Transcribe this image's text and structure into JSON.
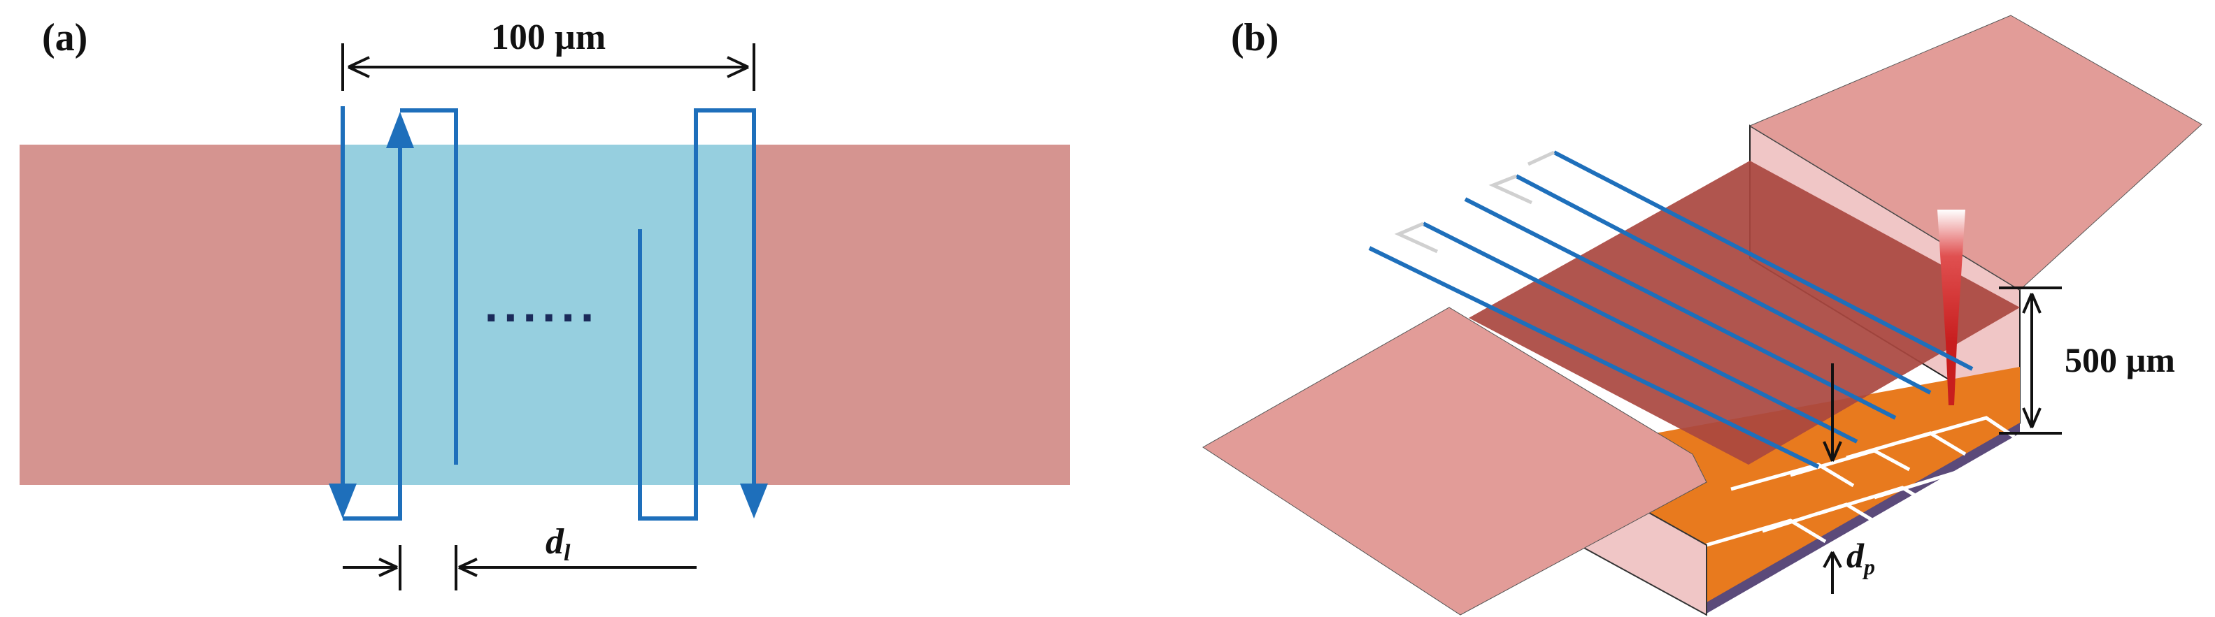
{
  "panel_a": {
    "label": "(a)",
    "width_label": "100 µm",
    "ellipsis": "......",
    "spacing_label_main": "d",
    "spacing_label_sub": "l"
  },
  "panel_b": {
    "label": "(b)",
    "depth_label": "500 µm",
    "pitch_label_main": "d",
    "pitch_label_sub": "p"
  },
  "colors": {
    "substrate": "#d59490",
    "scan_region": "#96cfdf",
    "scan_path": "#1e6fbb",
    "trench_floor_orange": "#e87a1e",
    "trench_bottom_purple": "#5b4a7a",
    "trench_walls": "#f0c6c6",
    "top_slab": "#a9463f",
    "laser_red": "#c81e1e"
  }
}
